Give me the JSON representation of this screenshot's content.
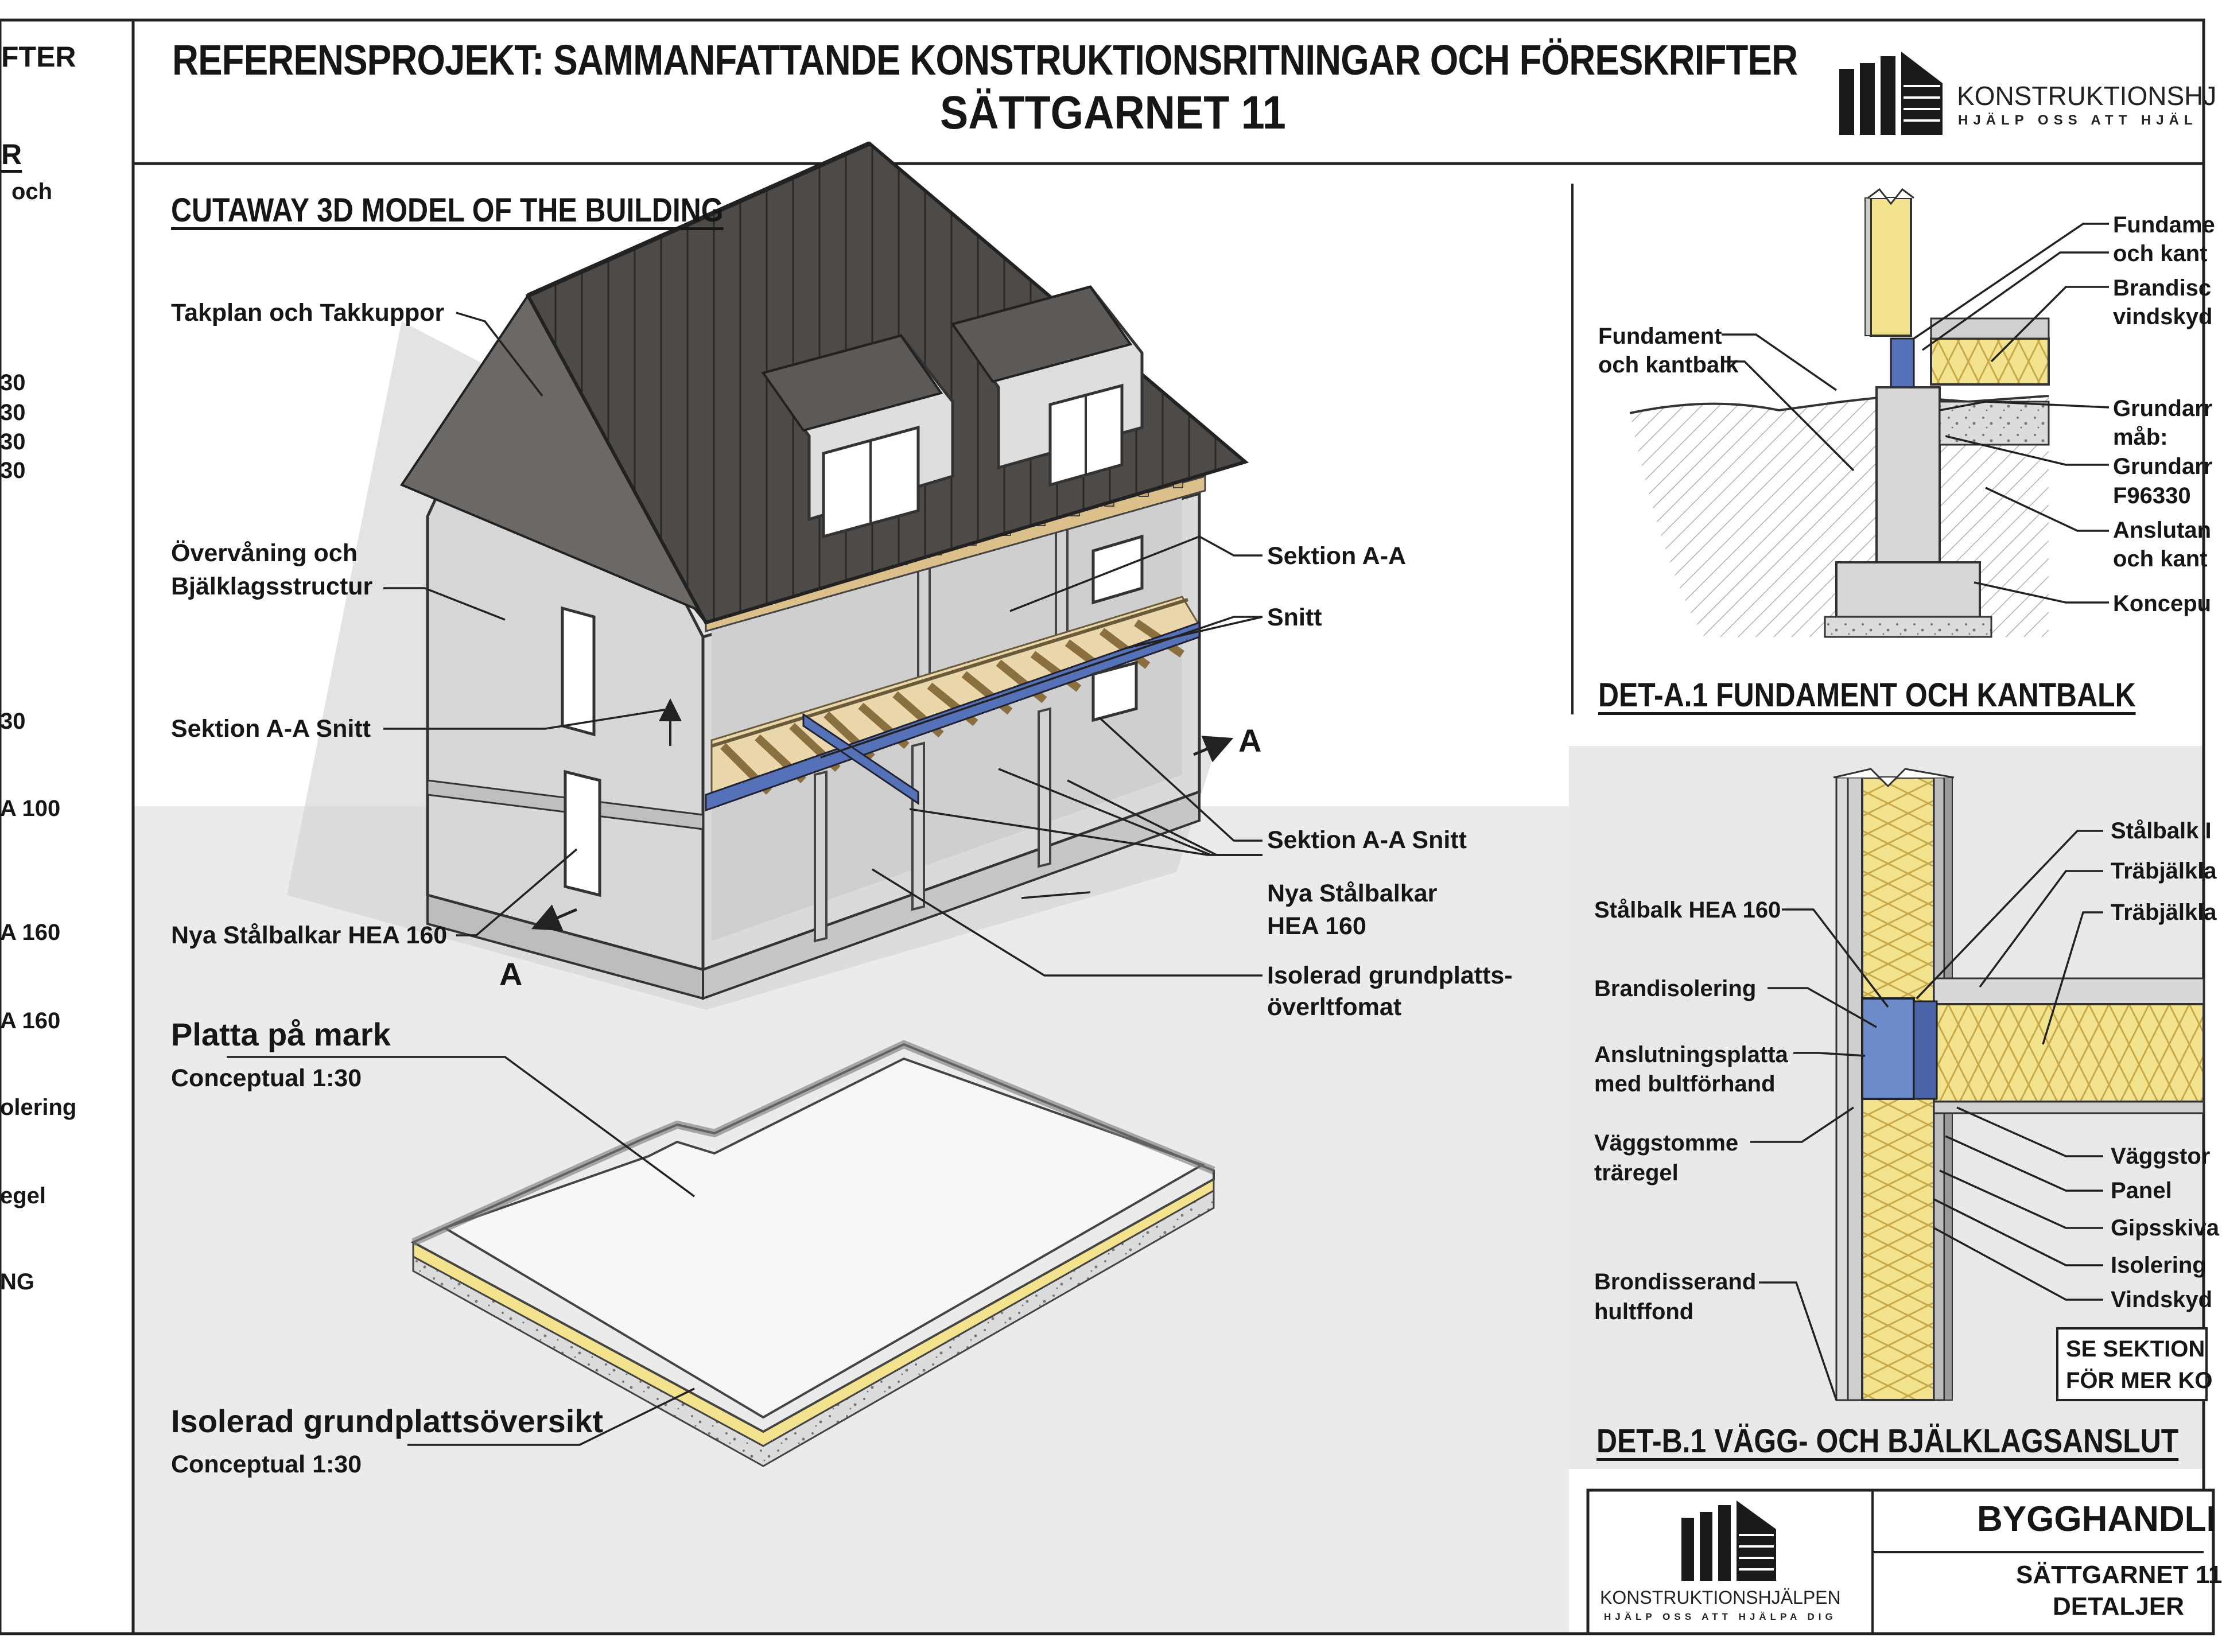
{
  "header": {
    "title_line1": "REFERENSPROJEKT: SAMMANFATTANDE KONSTRUKTIONSRITNINGAR OCH FÖRESKRIFTER",
    "title_line2": "SÄTTGARNET 11",
    "logo_name": "KONSTRUKTIONSHJ",
    "logo_tagline": "HJÄLP OSS ATT HJÄL"
  },
  "left_strip": {
    "items": [
      "FTER",
      "R",
      "och",
      "30",
      "30",
      "30",
      "30",
      "30",
      "A 100",
      "A 160",
      "A 160",
      "olering",
      "egel",
      "NG"
    ]
  },
  "cutaway": {
    "heading": "CUTAWAY 3D MODEL OF THE BUILDING",
    "labels": {
      "takplan": "Takplan och Takkuppor",
      "overvaning_1": "Övervåning och",
      "overvaning_2": "Bjälklagsstructur",
      "sektion_left": "Sektion A-A Snitt",
      "stalbalkar_left": "Nya Stålbalkar HEA 160",
      "sektion_aa": "Sektion A-A",
      "snitt": "Snitt",
      "sektion_right": "Sektion A-A Snitt",
      "nya_stal_1": "Nya Stålbalkar",
      "nya_stal_2": "HEA 160",
      "isolerad_1": "Isolerad grundplatts-",
      "isolerad_2": "överltfomat",
      "arrow_a": "A"
    }
  },
  "slab": {
    "title": "Platta på mark",
    "scale": "Conceptual 1:30",
    "bottom_title": "Isolerad grundplattsöversikt",
    "bottom_scale": "Conceptual 1:30"
  },
  "det_a1": {
    "title": "DET-A.1 FUNDAMENT OCH KANTBALK",
    "left_1": "Fundament",
    "left_2": "och kantbalk",
    "right": [
      "Fundame",
      "och kant",
      "Brandisc",
      "vindskyd",
      "Grundarr",
      "måb:",
      "Grundarr",
      "F96330",
      "Anslutan",
      "och kant",
      "Koncepu"
    ]
  },
  "det_b1": {
    "title": "DET-B.1 VÄGG- OCH BJÄLKLAGSANSLUT",
    "left": [
      "Stålbalk HEA 160",
      "Brandisolering",
      "Anslutningsplatta",
      "med bultförhand",
      "Väggstomme",
      "träregel",
      "Brondisserand",
      "hultffond"
    ],
    "right": [
      "Stålbalk I",
      "Träbjälkla",
      "Träbjälkla",
      "Väggstor",
      "Panel",
      "Gipsskiva",
      "Isolering",
      "Vindskyd"
    ],
    "note_1": "SE SEKTION",
    "note_2": "FÖR MER KO"
  },
  "title_block": {
    "logo_name": "KONSTRUKTIONSHJÄLPEN",
    "logo_tagline": "HJÄLP OSS ATT HJÄLPA DIG",
    "heading": "BYGGHANDLI",
    "line1": "SÄTTGARNET 11",
    "line2": "DETALJER"
  },
  "colors": {
    "roof": "#4a4744",
    "wall": "#d9d9d9",
    "insulation": "#f3e38f",
    "steel": "#5571b8",
    "timber": "#dcc08c"
  }
}
